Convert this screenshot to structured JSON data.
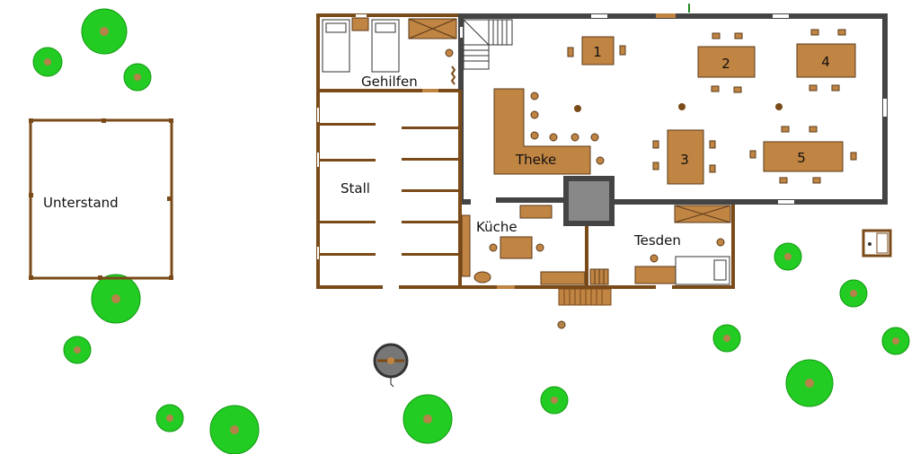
{
  "map": {
    "rooms": {
      "gehilfen": "Gehilfen",
      "stall": "Stall",
      "kueche": "Küche",
      "tesden": "Tesden",
      "theke": "Theke",
      "unterstand": "Unterstand"
    },
    "tables": [
      "1",
      "2",
      "3",
      "4",
      "5"
    ]
  },
  "colors": {
    "wood_wall": "#7a4a18",
    "stone_wall": "#444444",
    "furniture": "#c08443",
    "tree_canopy": "#22cc22",
    "tree_trunk": "#b5834a",
    "chimney": "#888888"
  }
}
